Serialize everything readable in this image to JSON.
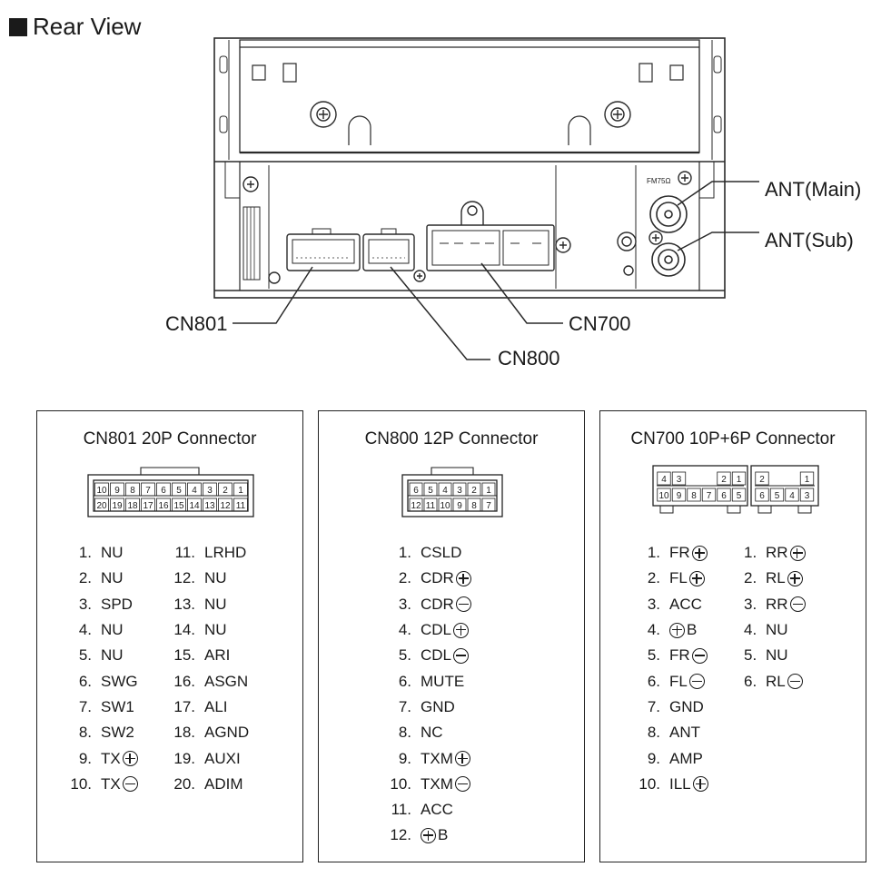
{
  "page_title": "Rear View",
  "callouts": {
    "ant_main": "ANT(Main)",
    "ant_sub": "ANT(Sub)",
    "cn801": "CN801",
    "cn800": "CN800",
    "cn700": "CN700",
    "fm_label": "FM75Ω"
  },
  "panels": [
    {
      "key": "cn801",
      "title": "CN801   20P Connector",
      "header_top": [
        "10",
        "9",
        "8",
        "7",
        "6",
        "5",
        "4",
        "3",
        "2",
        "1"
      ],
      "header_bottom": [
        "20",
        "19",
        "18",
        "17",
        "16",
        "15",
        "14",
        "13",
        "12",
        "11"
      ],
      "columns": [
        [
          {
            "n": "1.",
            "label": "NU"
          },
          {
            "n": "2.",
            "label": "NU"
          },
          {
            "n": "3.",
            "label": "SPD"
          },
          {
            "n": "4.",
            "label": "NU"
          },
          {
            "n": "5.",
            "label": "NU"
          },
          {
            "n": "6.",
            "label": "SWG"
          },
          {
            "n": "7.",
            "label": "SW1"
          },
          {
            "n": "8.",
            "label": "SW2"
          },
          {
            "n": "9.",
            "label": "TX",
            "sym": "plus"
          },
          {
            "n": "10.",
            "label": "TX",
            "sym": "minus"
          }
        ],
        [
          {
            "n": "11.",
            "label": "LRHD"
          },
          {
            "n": "12.",
            "label": "NU"
          },
          {
            "n": "13.",
            "label": "NU"
          },
          {
            "n": "14.",
            "label": "NU"
          },
          {
            "n": "15.",
            "label": "ARI"
          },
          {
            "n": "16.",
            "label": "ASGN"
          },
          {
            "n": "17.",
            "label": "ALI"
          },
          {
            "n": "18.",
            "label": "AGND"
          },
          {
            "n": "19.",
            "label": "AUXI"
          },
          {
            "n": "20.",
            "label": "ADIM"
          }
        ]
      ]
    },
    {
      "key": "cn800",
      "title": "CN800   12P Connector",
      "header_top": [
        "6",
        "5",
        "4",
        "3",
        "2",
        "1"
      ],
      "header_bottom": [
        "12",
        "11",
        "10",
        "9",
        "8",
        "7"
      ],
      "columns": [
        [
          {
            "n": "1.",
            "label": "CSLD"
          },
          {
            "n": "2.",
            "label": "CDR",
            "sym": "plus"
          },
          {
            "n": "3.",
            "label": "CDR",
            "sym": "minus"
          },
          {
            "n": "4.",
            "label": "CDL",
            "sym": "plus"
          },
          {
            "n": "5.",
            "label": "CDL",
            "sym": "minus"
          },
          {
            "n": "6.",
            "label": "MUTE"
          },
          {
            "n": "7.",
            "label": "GND"
          },
          {
            "n": "8.",
            "label": "NC"
          },
          {
            "n": "9.",
            "label": "TXM",
            "sym": "plus"
          },
          {
            "n": "10.",
            "label": "TXM",
            "sym": "minus"
          },
          {
            "n": "11.",
            "label": "ACC"
          },
          {
            "n": "12.",
            "label": "B",
            "sym": "plus",
            "pre": true
          }
        ]
      ]
    },
    {
      "key": "cn700",
      "title": "CN700   10P+6P Connector",
      "header_left_top": [
        "4",
        "3",
        "",
        "",
        "2",
        "1"
      ],
      "header_left_bottom": [
        "10",
        "9",
        "8",
        "7",
        "6",
        "5"
      ],
      "header_right_top": [
        "2",
        "",
        "",
        "1"
      ],
      "header_right_bottom": [
        "6",
        "5",
        "4",
        "3"
      ],
      "columns": [
        [
          {
            "n": "1.",
            "label": "FR",
            "sym": "plus"
          },
          {
            "n": "2.",
            "label": "FL",
            "sym": "plus"
          },
          {
            "n": "3.",
            "label": "ACC"
          },
          {
            "n": "4.",
            "label": "B",
            "sym": "plus",
            "pre": true
          },
          {
            "n": "5.",
            "label": "FR",
            "sym": "minus"
          },
          {
            "n": "6.",
            "label": "FL",
            "sym": "minus"
          },
          {
            "n": "7.",
            "label": "GND"
          },
          {
            "n": "8.",
            "label": "ANT"
          },
          {
            "n": "9.",
            "label": "AMP"
          },
          {
            "n": "10.",
            "label": "ILL",
            "sym": "plus"
          }
        ],
        [
          {
            "n": "1.",
            "label": "RR",
            "sym": "plus"
          },
          {
            "n": "2.",
            "label": "RL",
            "sym": "plus"
          },
          {
            "n": "3.",
            "label": "RR",
            "sym": "minus"
          },
          {
            "n": "4.",
            "label": "NU"
          },
          {
            "n": "5.",
            "label": "NU"
          },
          {
            "n": "6.",
            "label": "RL",
            "sym": "minus"
          }
        ]
      ]
    }
  ]
}
